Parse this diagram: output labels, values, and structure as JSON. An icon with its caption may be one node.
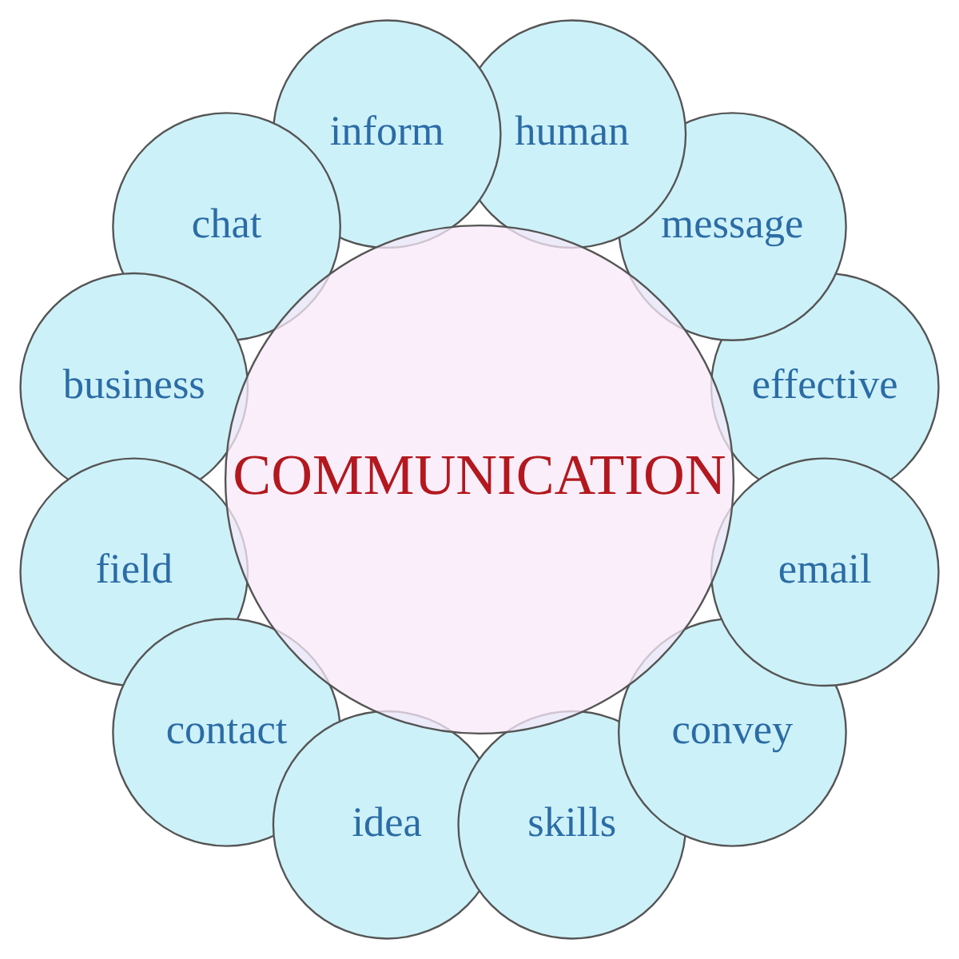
{
  "diagram": {
    "nodes": [
      {
        "text": [
          "COMMUNICATION"
        ]
      },
      {
        "text": [
          "effective"
        ]
      },
      {
        "text": [
          "message"
        ]
      },
      {
        "text": [
          "human"
        ]
      },
      {
        "text": [
          "inform"
        ]
      },
      {
        "text": [
          "chat"
        ]
      },
      {
        "text": [
          "business"
        ]
      },
      {
        "text": [
          "field"
        ]
      },
      {
        "text": [
          "contact"
        ]
      },
      {
        "text": [
          "idea"
        ]
      },
      {
        "text": [
          "skills"
        ]
      },
      {
        "text": [
          "convey"
        ]
      },
      {
        "text": [
          "email"
        ]
      }
    ]
  }
}
